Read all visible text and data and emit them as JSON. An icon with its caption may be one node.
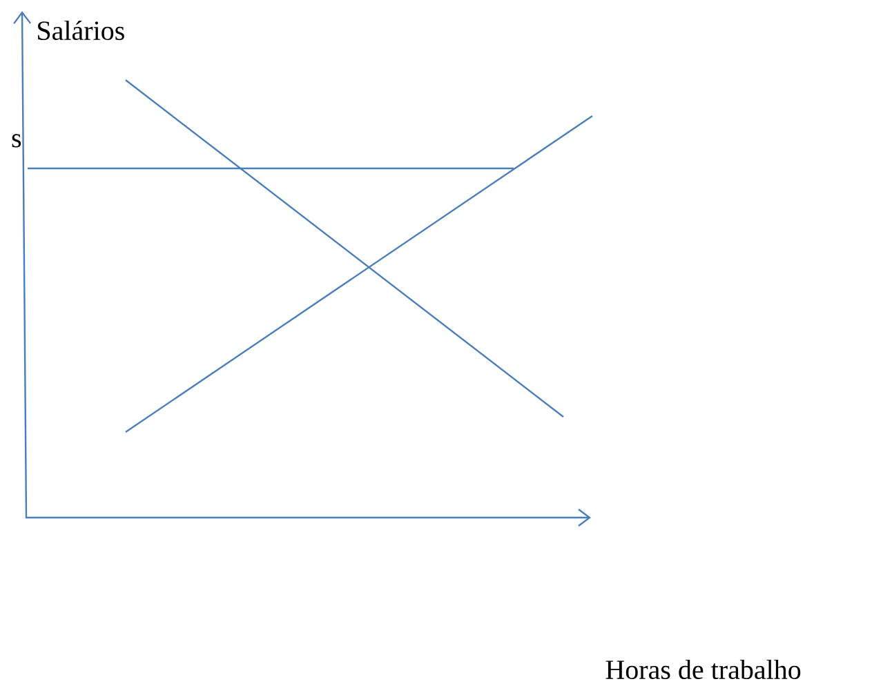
{
  "diagram": {
    "labels": [
      "Salários",
      "s",
      "Horas de trabalho"
    ]
  }
}
